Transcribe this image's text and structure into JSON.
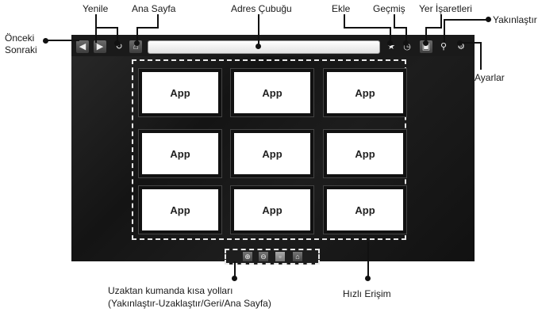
{
  "labels": {
    "yenile": "Yenile",
    "ana_sayfa": "Ana Sayfa",
    "adres_cubugu": "Adres Çubuğu",
    "ekle": "Ekle",
    "gecmis": "Geçmiş",
    "yer_isaretleri": "Yer İşaretleri",
    "yakinlastir": "Yakınlaştır",
    "onceki": "Önceki",
    "sonraki": "Sonraki",
    "ayarlar": "Ayarlar",
    "uzaktan": "Uzaktan kumanda kısa yolları",
    "uzaktan_detay": "(Yakınlaştır-Uzaklaştır/Geri/Ana Sayfa)",
    "hizli_erisim": "Hızlı Erişim"
  },
  "tiles": [
    "App",
    "App",
    "App",
    "App",
    "App",
    "App",
    "App",
    "App",
    "App"
  ],
  "icons": {
    "back": "◀",
    "forward": "▶",
    "refresh": "↻",
    "home": "⌂",
    "star": "★",
    "clock": "◷",
    "bookmark": "▣",
    "zoom": "⚲",
    "gear": "⚙",
    "zoom_in": "⊕",
    "zoom_out": "⊖",
    "rc_back": "▫",
    "rc_home": "⌂"
  }
}
